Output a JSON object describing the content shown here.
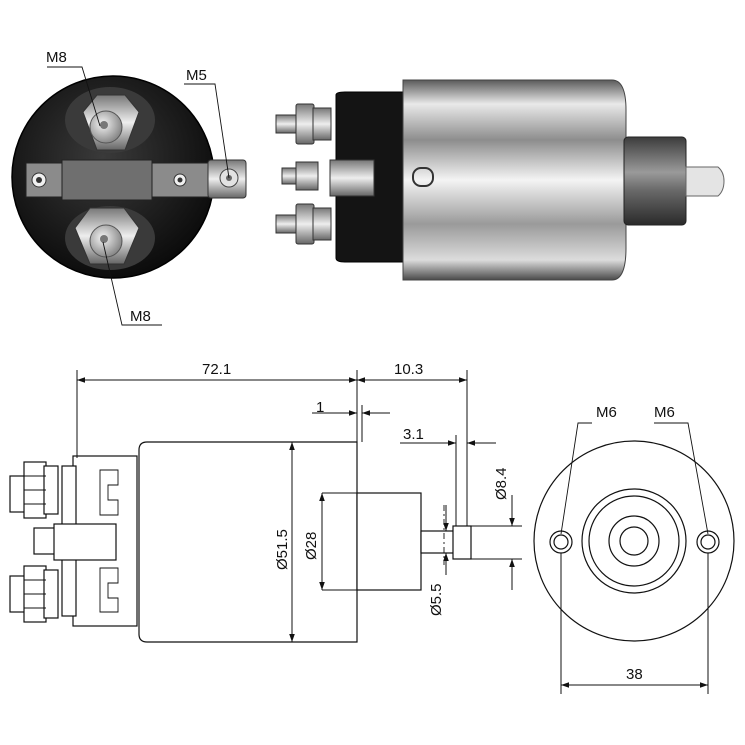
{
  "photo_labels": {
    "top_terminal": "M8",
    "side_terminal": "M5",
    "bottom_terminal": "M8"
  },
  "dimensions": {
    "overall_length": "72.1",
    "plunger_extension": "10.3",
    "gap": "1",
    "tip_length": "3.1",
    "body_diameter": "Ø51.5",
    "nose_diameter": "Ø28",
    "tip_diameter": "Ø8.4",
    "rod_diameter": "Ø5.5",
    "left_hole_thread": "M6",
    "right_hole_thread": "M6",
    "hole_spacing": "38"
  }
}
